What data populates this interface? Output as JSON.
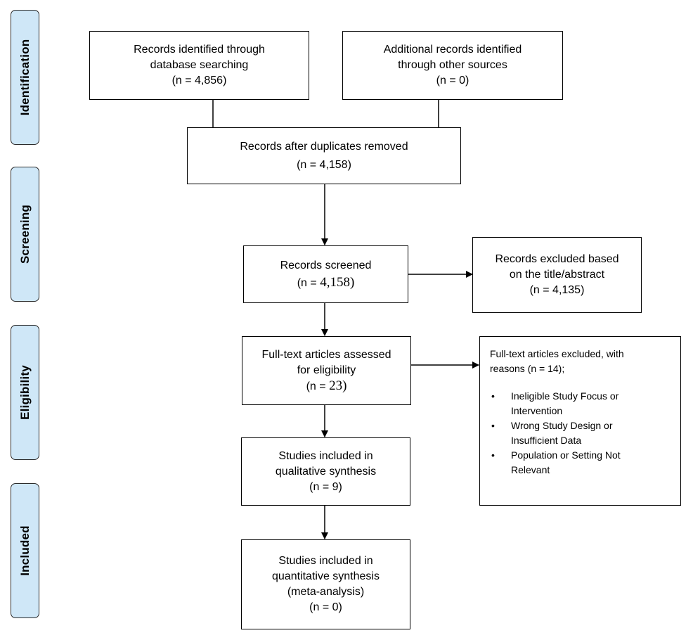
{
  "stages": {
    "identification": "Identification",
    "screening": "Screening",
    "eligibility": "Eligibility",
    "included": "Included"
  },
  "boxes": {
    "database_search": {
      "line1": "Records identified through",
      "line2": "database searching",
      "count": "(n = 4,856)"
    },
    "other_sources": {
      "line1": "Additional records identified",
      "line2": "through other sources",
      "count": "(n = 0)"
    },
    "duplicates_removed": {
      "line1": "Records after duplicates removed",
      "count": "(n = 4,158)"
    },
    "screened": {
      "line1": "Records screened",
      "count_prefix": "(n = ",
      "count_value": "4,158)"
    },
    "excluded_title": {
      "line1": "Records excluded based",
      "line2": "on the title/abstract",
      "count": "(n = 4,135)"
    },
    "fulltext_assessed": {
      "line1": "Full-text articles assessed",
      "line2": "for eligibility",
      "count_prefix": "(n = ",
      "count_value": "23)"
    },
    "fulltext_excluded": {
      "line1": "Full-text articles excluded, with",
      "line2": "reasons  (n = 14);",
      "reasons": [
        {
          "line1": "Ineligible Study Focus or",
          "line2": "Intervention"
        },
        {
          "line1": "Wrong Study Design or",
          "line2": "Insufficient Data"
        },
        {
          "line1": "Population or Setting Not",
          "line2": "Relevant"
        }
      ],
      "bullet": "•"
    },
    "qualitative": {
      "line1": "Studies included in",
      "line2": "qualitative synthesis",
      "count": "(n = 9)"
    },
    "quantitative": {
      "line1": "Studies included in",
      "line2": "quantitative synthesis",
      "line3": "(meta-analysis)",
      "count": "(n = 0)"
    }
  }
}
